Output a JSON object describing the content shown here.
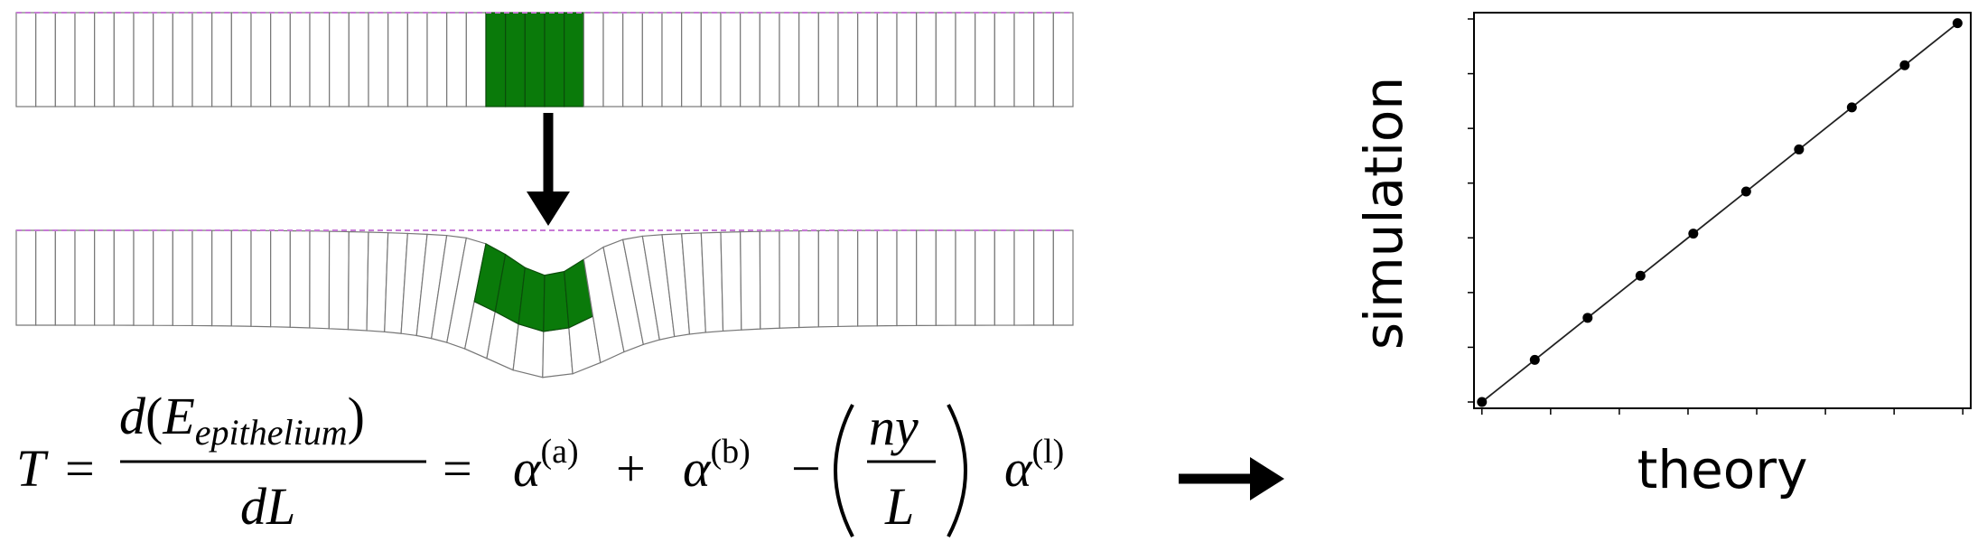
{
  "equation": {
    "lhs": "T",
    "eq1": "=",
    "num_d": "d",
    "num_E": "E",
    "num_sub": "epithelium",
    "den": "dL",
    "eq2": "=",
    "alpha": "α",
    "sup_a": "(a)",
    "plus": "+",
    "sup_b": "(b)",
    "minus": "−",
    "frac_num": "ny",
    "frac_den": "L",
    "sup_l": "(l)"
  },
  "chart": {
    "xlabel": "theory",
    "ylabel": "simulation"
  },
  "chart_data": {
    "type": "line",
    "x": [
      0,
      1,
      2,
      3,
      4,
      5,
      6,
      7,
      8,
      9
    ],
    "y": [
      0,
      1,
      2,
      3,
      4,
      5,
      6,
      7,
      8,
      9
    ],
    "xlim": [
      -0.15,
      9.25
    ],
    "ylim": [
      -0.15,
      9.25
    ],
    "grid": false,
    "markers": true,
    "xlabel": "theory",
    "ylabel": "simulation",
    "tick_labels": false
  },
  "colors": {
    "highlight_cells": "#0a7a0a",
    "reference_line": "#c77ad6",
    "cell_outline": "#777777",
    "arrow": "#000000"
  },
  "icons": {
    "down_arrow": "down-arrow-icon",
    "right_arrow": "right-arrow-icon"
  }
}
